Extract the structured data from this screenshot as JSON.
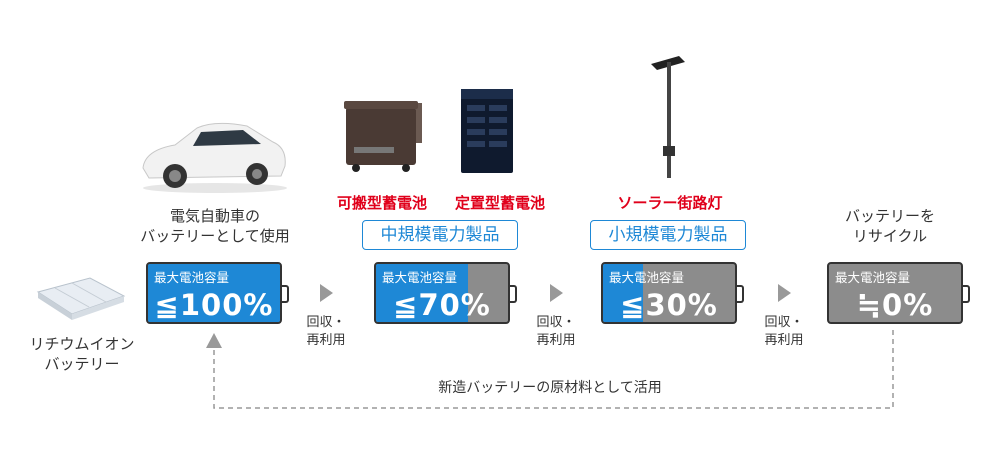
{
  "lithium": {
    "line1": "リチウムイオン",
    "line2": "バッテリー"
  },
  "ev": {
    "line1": "電気自動車の",
    "line2": "バッテリーとして使用"
  },
  "products_mid": {
    "portable": "可搬型蓄電池",
    "stationary": "定置型蓄電池",
    "box": "中規模電力製品"
  },
  "products_small": {
    "solar": "ソーラー街路灯",
    "box": "小規模電力製品"
  },
  "recycle": {
    "line1": "バッテリーを",
    "line2": "リサイクル"
  },
  "batteries": [
    {
      "label": "最大電池容量",
      "value": "≦100%",
      "level": 100
    },
    {
      "label": "最大電池容量",
      "value": "≦70%",
      "level": 70
    },
    {
      "label": "最大電池容量",
      "value": "≦30%",
      "level": 30
    },
    {
      "label": "最大電池容量",
      "value": "≒0%",
      "level": 0
    }
  ],
  "reuse": {
    "line1": "回収・",
    "line2": "再利用"
  },
  "loop": "新造バッテリーの原材料として活用",
  "colors": {
    "accent": "#1e88d6",
    "empty": "#8c8c8c",
    "highlight": "#e0001b"
  }
}
